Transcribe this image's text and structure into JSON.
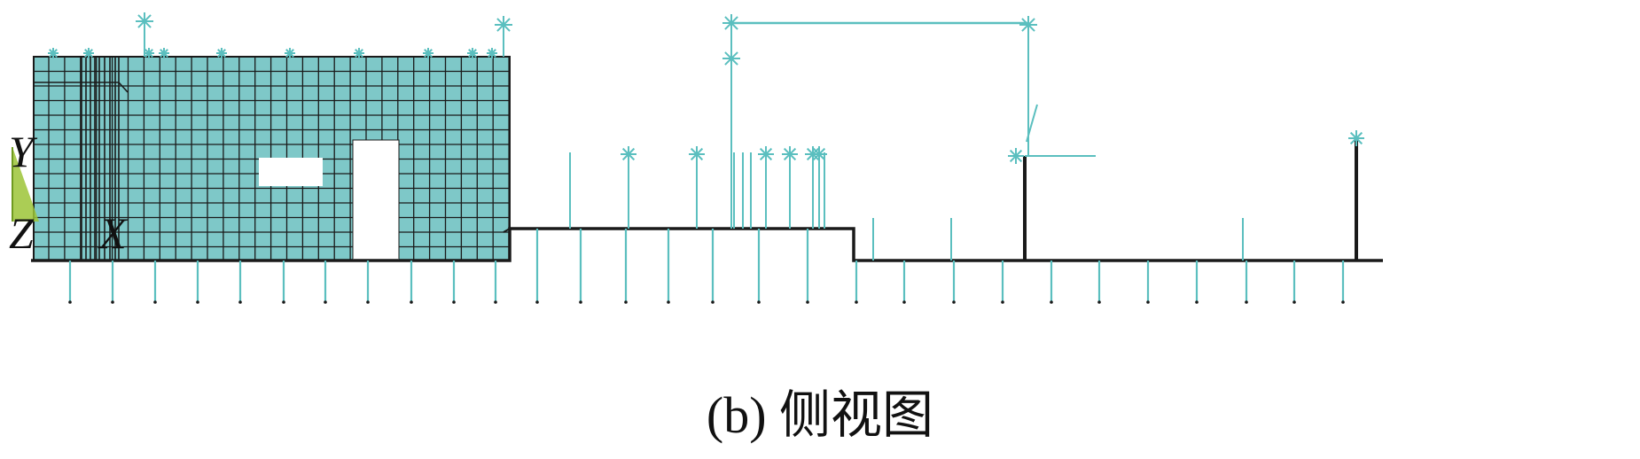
{
  "caption": "(b) 侧视图",
  "axis_triad": {
    "y_label": "Y",
    "z_label": "Z",
    "x_label": "X"
  },
  "colors": {
    "mesh_fill": "#7ec8c8",
    "mesh_lines": "#1a1a1a",
    "support_lines": "#5bbfbf",
    "profile_line": "#1a1a1a",
    "triad_green": "#9cc437"
  },
  "icons": {
    "support_marker": "asterisk-icon",
    "triad": "coordinate-triad-icon"
  }
}
